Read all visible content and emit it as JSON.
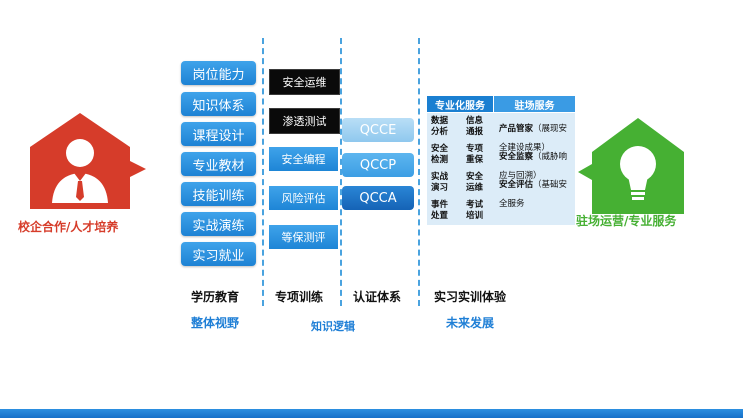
{
  "left": {
    "caption": "校企合作/人才培养",
    "color": "#d63c2a"
  },
  "right": {
    "caption": "驻场运营/专业服务",
    "color": "#46b033"
  },
  "column1": {
    "items": [
      "岗位能力",
      "知识体系",
      "课程设计",
      "专业教材",
      "技能训练",
      "实战演练",
      "实习就业"
    ]
  },
  "column2": {
    "items": [
      "安全运维",
      "渗透测试",
      "安全编程",
      "风险评估",
      "等保测评"
    ]
  },
  "column3": {
    "items": [
      "QCCE",
      "QCCP",
      "QCCA"
    ]
  },
  "column4": {
    "header_left": "专业化服务",
    "header_right": "驻场服务",
    "left_cells": [
      [
        "数据\n分析",
        "信息\n通报"
      ],
      [
        "安全\n检测",
        "专项\n重保"
      ],
      [
        "实战\n演习",
        "安全\n运维"
      ],
      [
        "事件\n处置",
        "考试\n培训"
      ]
    ],
    "right_cells": [
      {
        "title": "产品管家",
        "rest": "（展现安全建设成果）"
      },
      {
        "title": "安全监察",
        "rest": "（威胁响应与回溯）"
      },
      {
        "title": "安全评估",
        "rest": "（基础安全服务"
      }
    ]
  },
  "bottom": {
    "labels": [
      "学历教育",
      "专项训练",
      "认证体系",
      "实习实训体验"
    ],
    "sub_labels": [
      "整体视野",
      "知识逻辑",
      "未来发展"
    ]
  },
  "colors": {
    "accent_blue": "#1f7fd6",
    "dash_blue": "#4aa3df"
  }
}
